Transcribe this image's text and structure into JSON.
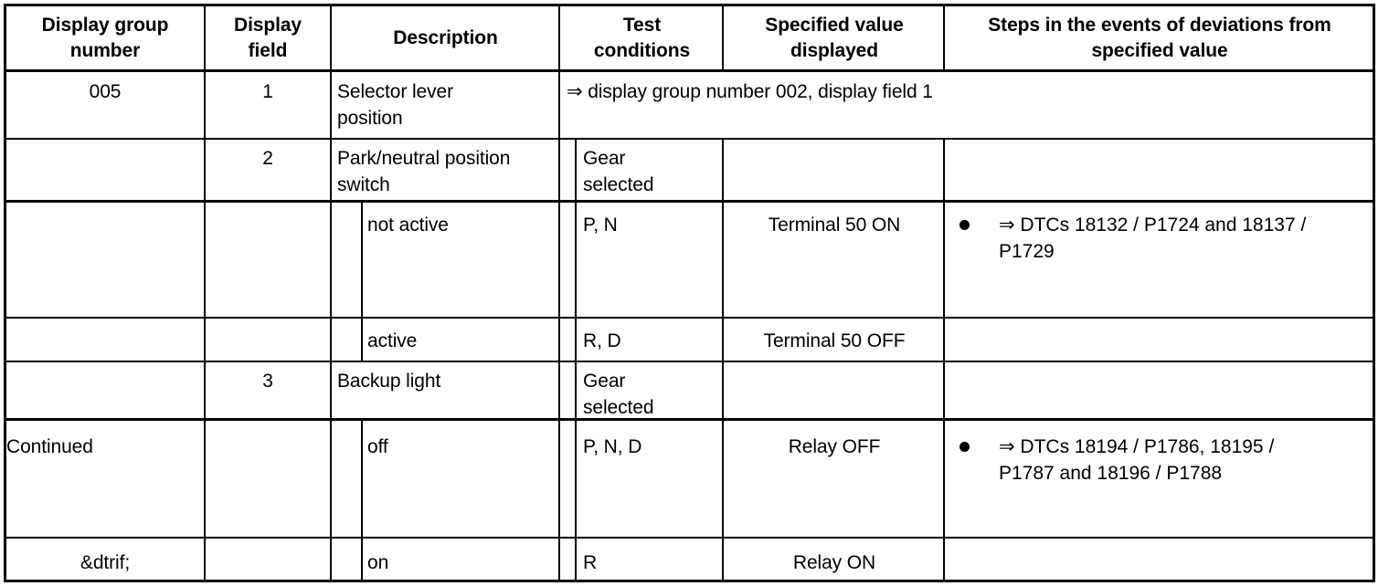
{
  "table": {
    "columns": [
      {
        "key": "display_group_number",
        "label": "Display group\nnumber"
      },
      {
        "key": "display_field",
        "label": "Display\nfield"
      },
      {
        "key": "description",
        "label": "Description"
      },
      {
        "key": "test_conditions",
        "label": "Test\nconditions"
      },
      {
        "key": "specified_value",
        "label": "Specified value\ndisplayed"
      },
      {
        "key": "steps",
        "label": "Steps in the events of deviations from\nspecified value"
      }
    ],
    "rows": [
      {
        "display_group_number": "005",
        "display_field": "1",
        "description": "Selector lever\nposition",
        "spanned_note": "⇒ display group number 002, display field 1",
        "test_conditions": "",
        "specified_value": "",
        "steps": ""
      },
      {
        "display_group_number": "",
        "display_field": "2",
        "description": "Park/neutral position\nswitch",
        "test_conditions": "Gear\nselected",
        "specified_value": "",
        "steps": ""
      },
      {
        "display_group_number": "",
        "display_field": "",
        "description": "not active",
        "indented": true,
        "test_conditions": "P, N",
        "specified_value": "Terminal 50 ON",
        "steps": "⇒ DTCs 18132 / P1724 and 18137 /\nP1729",
        "steps_bullet": "●"
      },
      {
        "display_group_number": "",
        "display_field": "",
        "description": "active",
        "indented": true,
        "test_conditions": "R, D",
        "specified_value": "Terminal 50 OFF",
        "steps": ""
      },
      {
        "display_group_number": "",
        "display_field": "3",
        "description": "Backup light",
        "test_conditions": "Gear\nselected",
        "specified_value": "",
        "steps": ""
      },
      {
        "display_group_number": "Continued",
        "display_field": "",
        "description": "off",
        "indented": true,
        "test_conditions": "P, N, D",
        "specified_value": "Relay OFF",
        "steps": "⇒ DTCs 18194 / P1786, 18195 /\nP1787 and 18196 / P1788",
        "steps_bullet": "●"
      },
      {
        "display_group_number": "&dtrif;",
        "display_field": "",
        "description": "on",
        "indented": true,
        "test_conditions": "R",
        "specified_value": "Relay ON",
        "steps": ""
      }
    ]
  },
  "colors": {
    "rule": "#000000",
    "background": "#ffffff",
    "text": "#000000"
  }
}
